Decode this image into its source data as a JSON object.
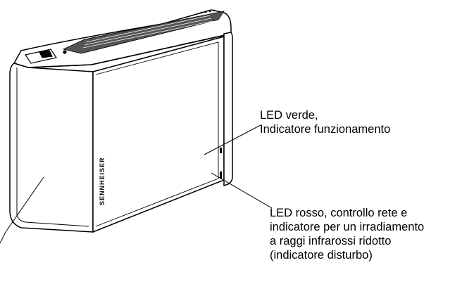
{
  "device": {
    "brand": "SENNHEISER"
  },
  "callouts": {
    "green_led": {
      "lines": [
        "LED verde,",
        "Indicatore funzionamento"
      ]
    },
    "red_led": {
      "lines": [
        "LED rosso, controllo rete e",
        "indicatore per un irradiamento",
        "a raggi infrarossi ridotto",
        "(indicatore disturbo)"
      ]
    }
  }
}
